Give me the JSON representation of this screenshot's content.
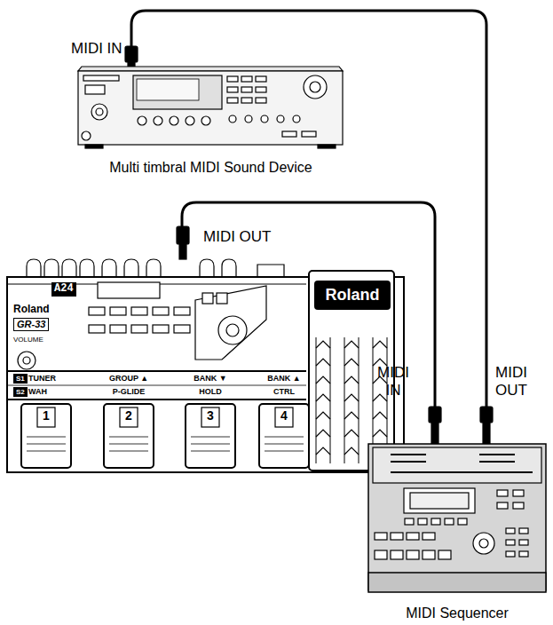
{
  "diagram": {
    "nodes": [
      {
        "text": [
          "Multi timbral MIDI Sound Device"
        ]
      },
      {
        "text": [
          "Roland",
          "GR-33",
          "A24",
          "VOLUME",
          "S1",
          "TUNER",
          "GROUP ▲",
          "BANK ▼",
          "BANK ▲",
          "S2",
          "WAH",
          "P-GLIDE",
          "HOLD",
          "CTRL",
          "1",
          "2",
          "3",
          "4",
          "Roland"
        ]
      },
      {
        "text": [
          "MIDI Sequencer"
        ]
      }
    ],
    "edges": [
      {
        "from": 1,
        "to": 2,
        "arrow": "none"
      },
      {
        "from": 2,
        "to": 0,
        "arrow": "none"
      }
    ],
    "labels": [
      "MIDI IN",
      "MIDI OUT",
      "MIDI IN",
      "MIDI OUT"
    ]
  }
}
